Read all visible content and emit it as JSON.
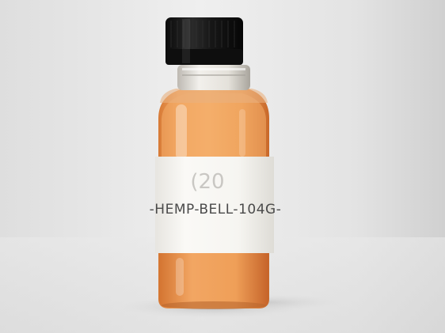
{
  "photo": {
    "subject": "bottle",
    "label_text": "-HEMP-BELL-104G-",
    "label_partial_text": "(20",
    "colors": {
      "backdrop_light": "#eeeeee",
      "backdrop_shadow": "#c9c9c9",
      "cap": "#151515",
      "liquid": "#ec9a50",
      "liquid_dark": "#c8682a",
      "label": "#f6f5f2",
      "ink": "#4a4a4a"
    }
  }
}
